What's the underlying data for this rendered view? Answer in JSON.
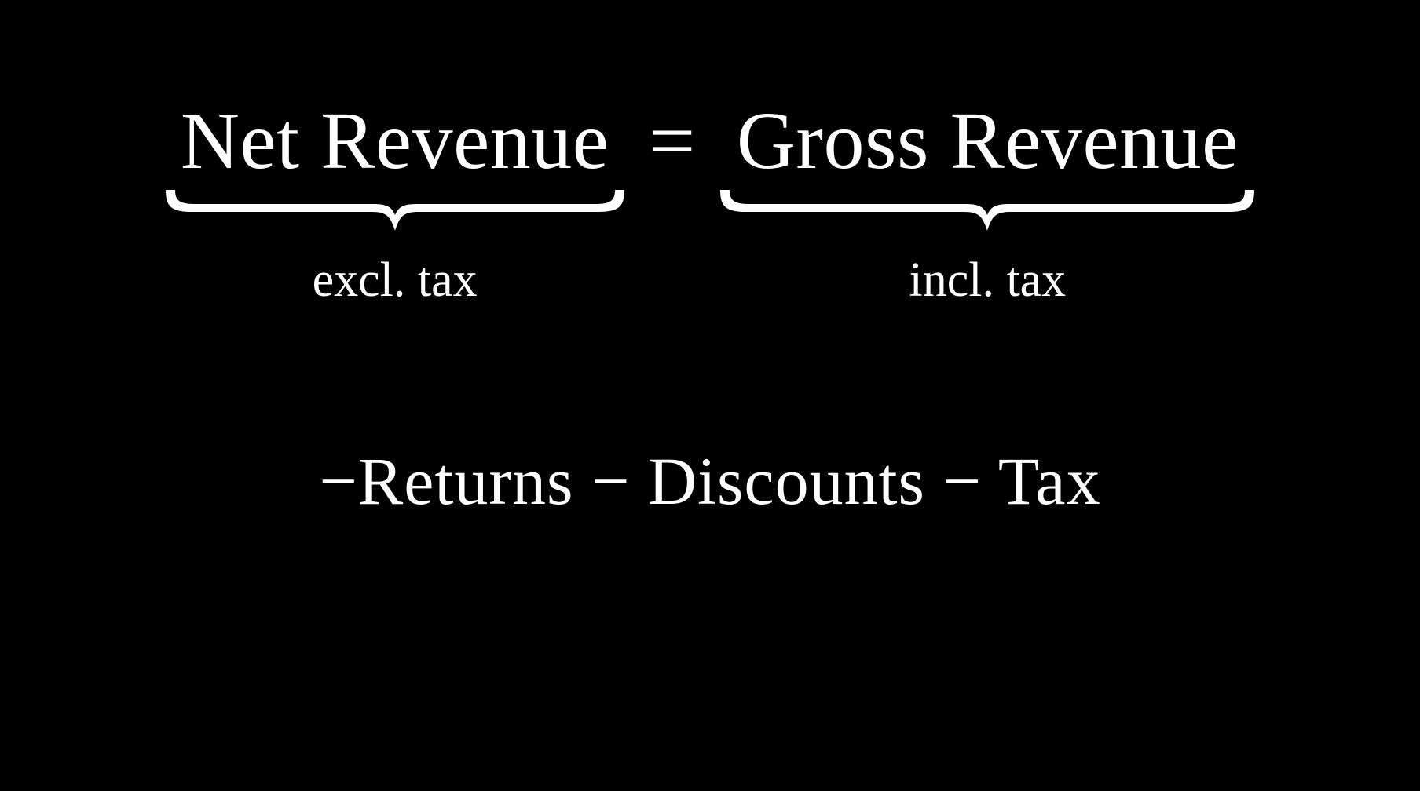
{
  "background_color": "#000000",
  "text_color": "#ffffff",
  "formula": {
    "left_term": {
      "label": "Net Revenue",
      "annotation": "excl. tax"
    },
    "operator": "=",
    "right_term": {
      "label": "Gross Revenue",
      "annotation": "incl. tax"
    },
    "subtraction_line": "−Returns − Discounts − Tax"
  }
}
